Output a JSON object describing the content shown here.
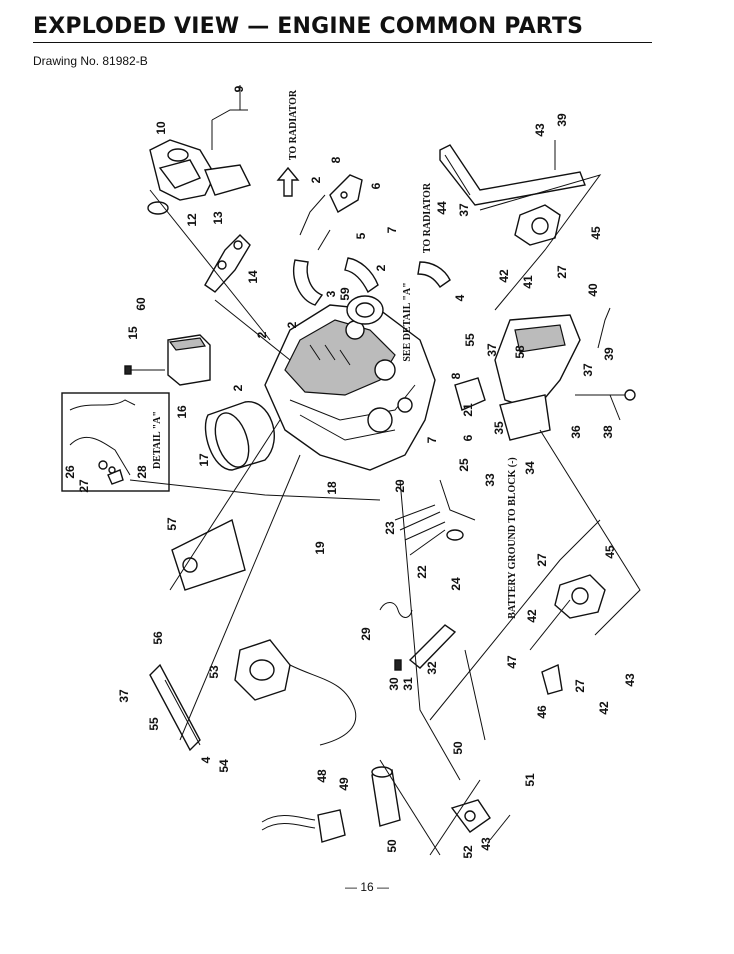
{
  "header": {
    "title": "EXPLODED VIEW — ENGINE COMMON PARTS",
    "drawing_number": "Drawing No. 81982-B"
  },
  "footer": {
    "page_number": "— 16 —"
  },
  "callouts": {
    "to_radiator_1": "TO RADIATOR",
    "to_radiator_2": "TO RADIATOR",
    "see_detail_a": "SEE DETAIL \"A\"",
    "detail_a": "DETAIL \"A\"",
    "battery_ground": "BATTERY GROUND TO BLOCK (-)"
  },
  "part_numbers": {
    "p9": "9",
    "p10": "10",
    "p12": "12",
    "p13": "13",
    "p14": "14",
    "p15": "15",
    "p60": "60",
    "p2a": "2",
    "p2b": "2",
    "p2c": "2",
    "p2d": "2",
    "p2e": "2",
    "p16": "16",
    "p17": "17",
    "p8a": "8",
    "p6a": "6",
    "p7a": "7",
    "p5": "5",
    "p3": "3",
    "p59": "59",
    "p4": "4",
    "p44": "44",
    "p37a": "37",
    "p43a": "43",
    "p39a": "39",
    "p45a": "45",
    "p41": "41",
    "p27a": "27",
    "p42a": "42",
    "p40": "40",
    "p39b": "39",
    "p37b": "37",
    "p55a": "55",
    "p58": "58",
    "p8b": "8",
    "p21": "21",
    "p6b": "6",
    "p7b": "7",
    "p35": "35",
    "p36": "36",
    "p38": "38",
    "p34": "34",
    "p33": "33",
    "p25": "25",
    "p20": "20",
    "p18": "18",
    "p19": "19",
    "p23": "23",
    "p22": "22",
    "p24": "24",
    "p26": "26",
    "p27b": "27",
    "p28": "28",
    "p57": "57",
    "p29": "29",
    "p30": "30",
    "p31": "31",
    "p32": "32",
    "p27c": "27",
    "p45b": "45",
    "p42b": "42",
    "p47": "47",
    "p27d": "27",
    "p46": "46",
    "p42c": "42",
    "p43b": "43",
    "p56": "56",
    "p53": "53",
    "p37c": "37",
    "p55b": "55",
    "p4b": "4",
    "p54": "54",
    "p48": "48",
    "p49": "49",
    "p50a": "50",
    "p50b": "50",
    "p51": "51",
    "p52": "52",
    "p43c": "43"
  }
}
